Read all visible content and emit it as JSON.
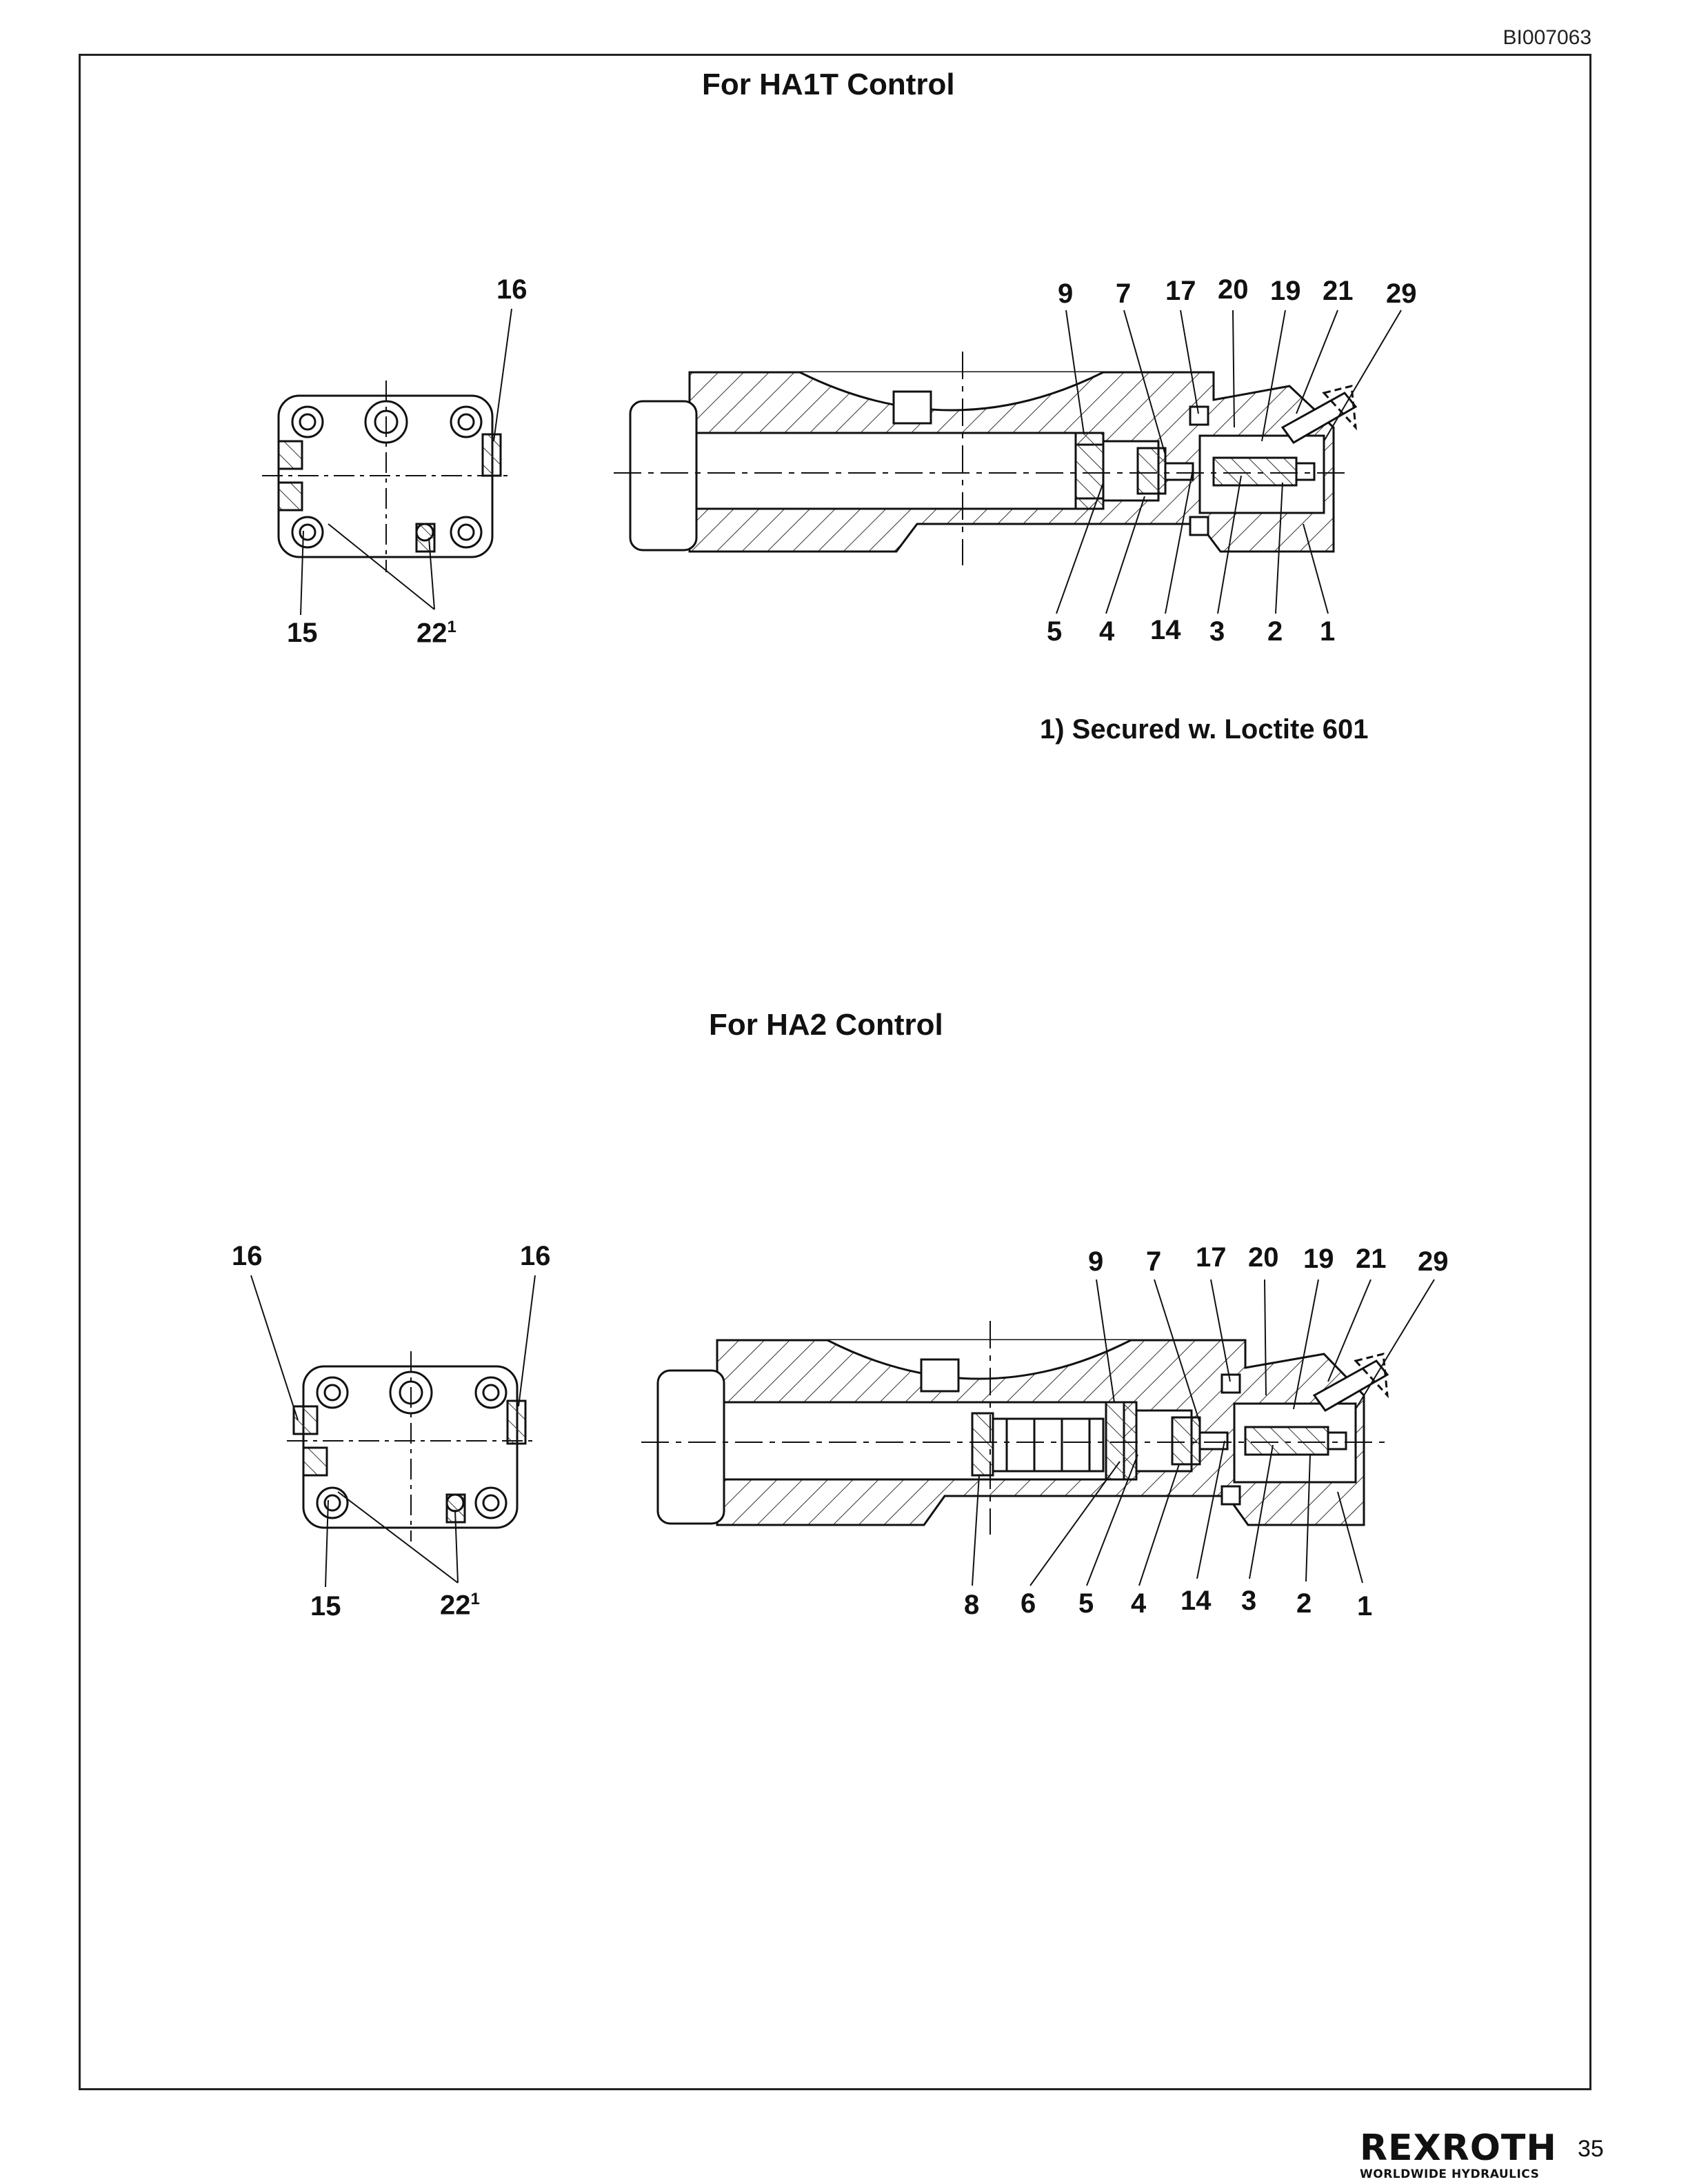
{
  "document_id": "BI007063",
  "sections": [
    {
      "title": "For HA1T Control",
      "front_view": {
        "callouts": [
          {
            "text": "16",
            "sup": ""
          },
          {
            "text": "15",
            "sup": ""
          },
          {
            "text": "22",
            "sup": "1"
          }
        ]
      },
      "side_view": {
        "top_callouts": [
          "9",
          "7",
          "17",
          "20",
          "19",
          "21",
          "29"
        ],
        "bottom_callouts": [
          "5",
          "4",
          "14",
          "3",
          "2",
          "1"
        ]
      },
      "note": "1) Secured w. Loctite 601"
    },
    {
      "title": "For HA2 Control",
      "front_view": {
        "callouts": [
          {
            "text": "16",
            "sup": ""
          },
          {
            "text": "16",
            "sup": ""
          },
          {
            "text": "15",
            "sup": ""
          },
          {
            "text": "22",
            "sup": "1"
          }
        ]
      },
      "side_view": {
        "top_callouts": [
          "9",
          "7",
          "17",
          "20",
          "19",
          "21",
          "29"
        ],
        "bottom_callouts": [
          "8",
          "6",
          "5",
          "4",
          "14",
          "3",
          "2",
          "1"
        ]
      }
    }
  ],
  "footer": {
    "brand": "REXROTH",
    "tagline": "WORLDWIDE HYDRAULICS",
    "page_number": "35"
  }
}
